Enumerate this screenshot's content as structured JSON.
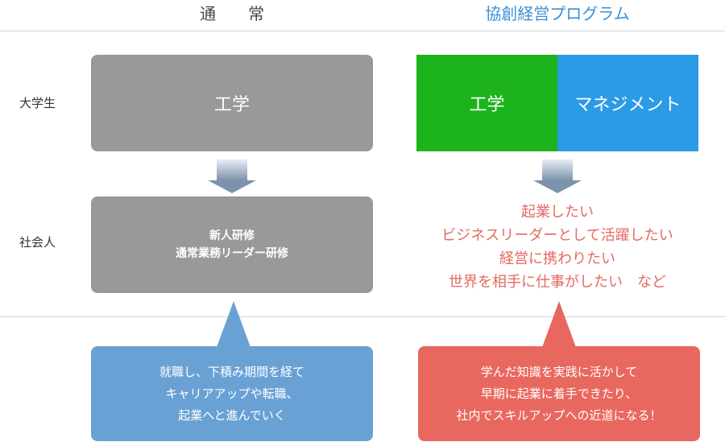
{
  "headers": {
    "normal": "通　　常",
    "program": "協創経営プログラム"
  },
  "rows": {
    "student": "大学生",
    "worker": "社会人"
  },
  "normal": {
    "student_box": "工学",
    "worker_box_lines": [
      "新人研修",
      "通常業務リーダー研修"
    ],
    "callout_lines": [
      "就職し、下積み期間を経て",
      "キャリアアップや転職、",
      "起業へと進んでいく"
    ]
  },
  "program": {
    "student_left": "工学",
    "student_right": "マネジメント",
    "goals": [
      "起業したい",
      "ビジネスリーダーとして活躍したい",
      "経営に携わりたい",
      "世界を相手に仕事がしたい　など"
    ],
    "callout_lines": [
      "学んだ知識を実践に活かして",
      "早期に起業に着手できたり、",
      "社内でスキルアップへの近道になる！"
    ]
  },
  "colors": {
    "gray_box": "#999999",
    "engineering_green": "#1db31d",
    "management_blue": "#2b9be6",
    "goal_text": "#e36a61",
    "normal_callout": "#6aa1d4",
    "program_callout": "#e8685f"
  }
}
